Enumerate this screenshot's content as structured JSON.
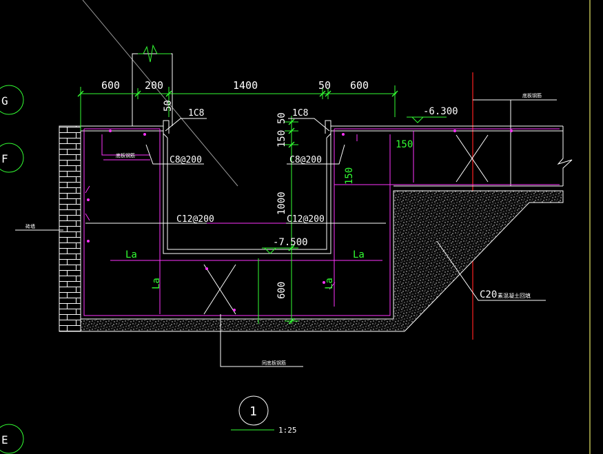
{
  "dims": {
    "d600_left": "600",
    "d200": "200",
    "d1400": "1400",
    "d50_top": "50",
    "d600_right": "600",
    "d50_vert": "50",
    "v50": "50",
    "v150": "150",
    "v1000": "1000",
    "v600": "600"
  },
  "labels": {
    "rebar_1c8_left": "1C8",
    "rebar_1c8_right": "1C8",
    "c8_left": "C8@200",
    "c8_right": "C8@200",
    "c12_left": "C12@200",
    "c12_right": "C12@200",
    "elev_top": "-6.300",
    "elev_pit": "-7.500",
    "la_left_h": "La",
    "la_right_h": "La",
    "la_left_v": "La",
    "la_right_v": "La",
    "d150_h": "150",
    "d150_v": "150",
    "c20_code": "C20",
    "c20_tail": "素混凝土回填",
    "note_top_right": "底板钢筋",
    "note_wall": "砖墙",
    "note_small": "底板钢筋",
    "note_bottom": "同底板钢筋"
  },
  "axis_bubbles": [
    "G",
    "F",
    "E"
  ],
  "detail": {
    "number": "1",
    "scale": "1:25"
  },
  "colors": {
    "background": "#000000",
    "structure": "#ffffff",
    "dimension": "#33ff33",
    "rebar": "#ff33ff",
    "axis": "#ff2222"
  }
}
